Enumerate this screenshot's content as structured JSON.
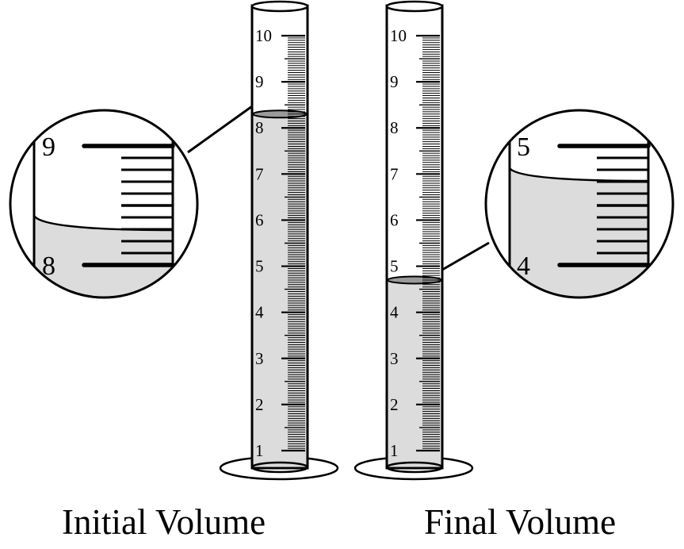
{
  "cylinders": [
    {
      "id": "initial",
      "caption": "Initial Volume",
      "volume": 8.3,
      "scale_labels": [
        "1",
        "2",
        "3",
        "4",
        "5",
        "6",
        "7",
        "8",
        "9",
        "10"
      ],
      "zoom": {
        "upper_label": "9",
        "lower_label": "8"
      }
    },
    {
      "id": "final",
      "caption": "Final Volume",
      "volume": 4.7,
      "scale_labels": [
        "1",
        "2",
        "3",
        "4",
        "5",
        "6",
        "7",
        "8",
        "9",
        "10"
      ],
      "zoom": {
        "upper_label": "5",
        "lower_label": "4"
      }
    }
  ],
  "colors": {
    "liquid": "#dcdcdc",
    "meniscus": "#9a9a9a",
    "outline": "#000000",
    "background": "#ffffff"
  }
}
